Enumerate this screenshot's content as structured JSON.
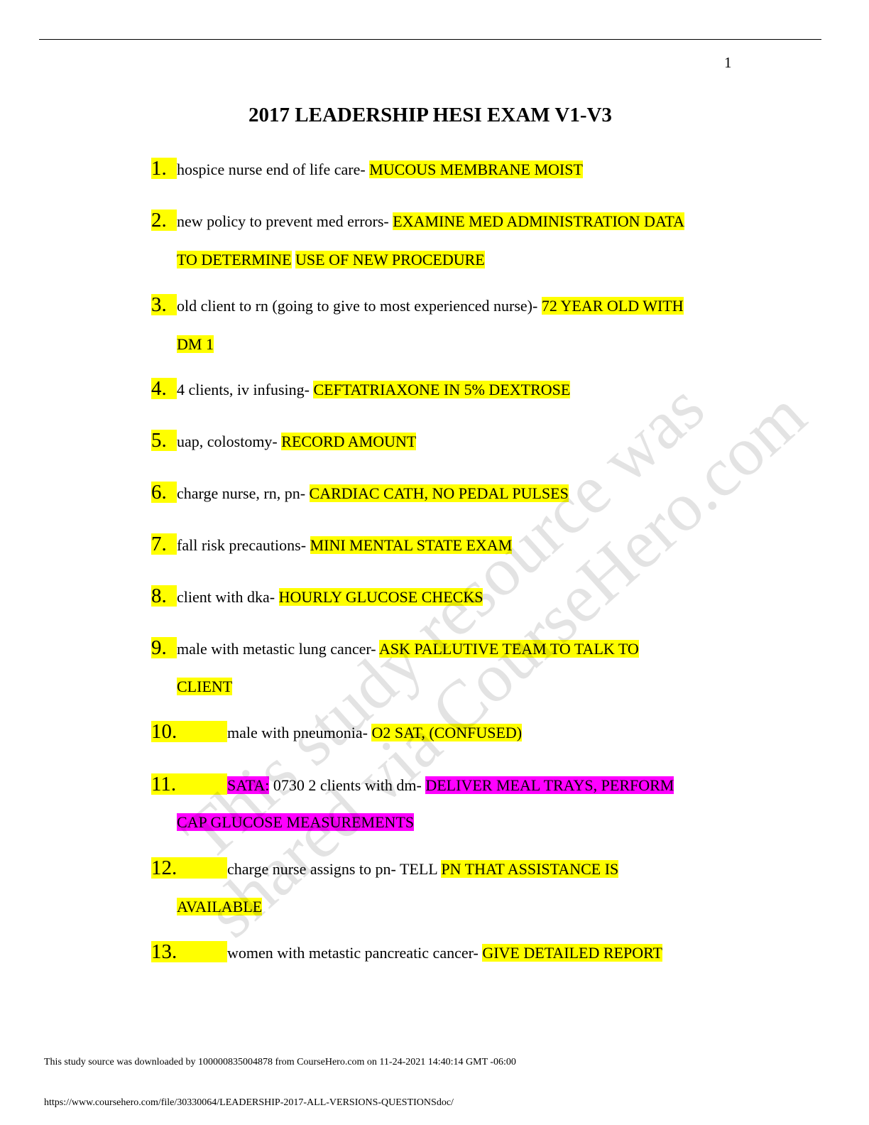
{
  "page_number": "1",
  "title": "2017 LEADERSHIP HESI EXAM V1-V3",
  "watermark": {
    "line1": "This study resource was",
    "line2": "shared via CourseHero.com"
  },
  "items": [
    {
      "num": "1.",
      "text": "hospice nurse end of life care- ",
      "answer": "MUCOUS MEMBRANE MOIST"
    },
    {
      "num": "2.",
      "text": "new policy to prevent med errors- ",
      "answer": "EXAMINE MED ADMINISTRATION DATA ",
      "answer2a": "TO DETERMINE",
      "answer2b": "USE OF NEW PROCEDURE"
    },
    {
      "num": "3.",
      "text": "old client to rn (going to give to most experienced nurse)- ",
      "answer": "72 YEAR OLD WITH ",
      "answer2": "DM 1"
    },
    {
      "num": "4.",
      "text": "4 clients, iv infusing- ",
      "answer": "CEFTATRIAXONE IN 5% DEXTROSE"
    },
    {
      "num": "5.",
      "text": "uap, colostomy- ",
      "answer": "RECORD AMOUNT"
    },
    {
      "num": "6.",
      "text": "charge nurse, rn, pn- ",
      "answer": "CARDIAC CATH, NO PEDAL PULSES"
    },
    {
      "num": "7.",
      "text": "fall risk precautions- ",
      "answer": "MINI MENTAL STATE EXAM"
    },
    {
      "num": "8.",
      "text": "client with dka- ",
      "answer": "HOURLY GLUCOSE CHECKS"
    },
    {
      "num": "9.",
      "text": "male with metastic lung cancer- ",
      "answer": "ASK PALLUTIVE TEAM TO TALK TO",
      "answer2": "CLIENT"
    },
    {
      "num": "10.",
      "text": "male with pneumonia- ",
      "answer": "O2 SAT, (CONFUSED)"
    },
    {
      "num": "11.",
      "prefix": "SATA:",
      "text": " 0730 2 clients with dm- ",
      "answer": "DELIVER MEAL TRAYS, PERFORM ",
      "answer2": "CAP GLUCOSE MEASUREMENTS"
    },
    {
      "num": "12.",
      "text": "charge nurse assigns to pn- TELL ",
      "answer": "PN THAT ASSISTANCE IS ",
      "answer2": "AVAILABLE"
    },
    {
      "num": "13.",
      "text": "women with metastic pancreatic cancer- ",
      "answer": "GIVE DETAILED REPORT"
    }
  ],
  "footer": {
    "line1": "This study source was downloaded by 100000835004878 from CourseHero.com on 11-24-2021 14:40:14 GMT -06:00",
    "line2": "https://www.coursehero.com/file/30330064/LEADERSHIP-2017-ALL-VERSIONS-QUESTIONSdoc/"
  }
}
